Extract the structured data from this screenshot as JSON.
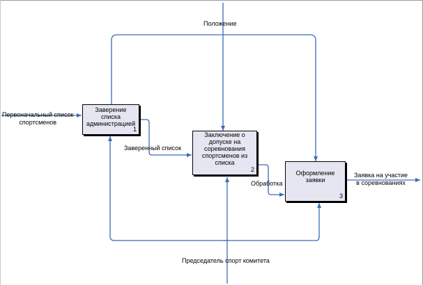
{
  "colors": {
    "arrow": "#3a6ab8",
    "box_fill": "#e6e6f2",
    "box_border": "#000000",
    "text": "#000000"
  },
  "boxes": [
    {
      "text": "Заверение\nсписка\nадминистрацией",
      "number": "1"
    },
    {
      "text": "Заключение о\nдопуске на\nсоревнования\nспортсменов из\nсписка",
      "number": "2"
    },
    {
      "text": "Оформление\nзаявки",
      "number": "3"
    }
  ],
  "arrows": {
    "control": "Положение",
    "input": "Первоначальный список\nспортсменов",
    "output_1": "Заверенный список",
    "output_2": "Обработка",
    "output_final": "Заявка  на участие\nв соревнованиях",
    "mechanism": "Председатель спорт комитета"
  }
}
